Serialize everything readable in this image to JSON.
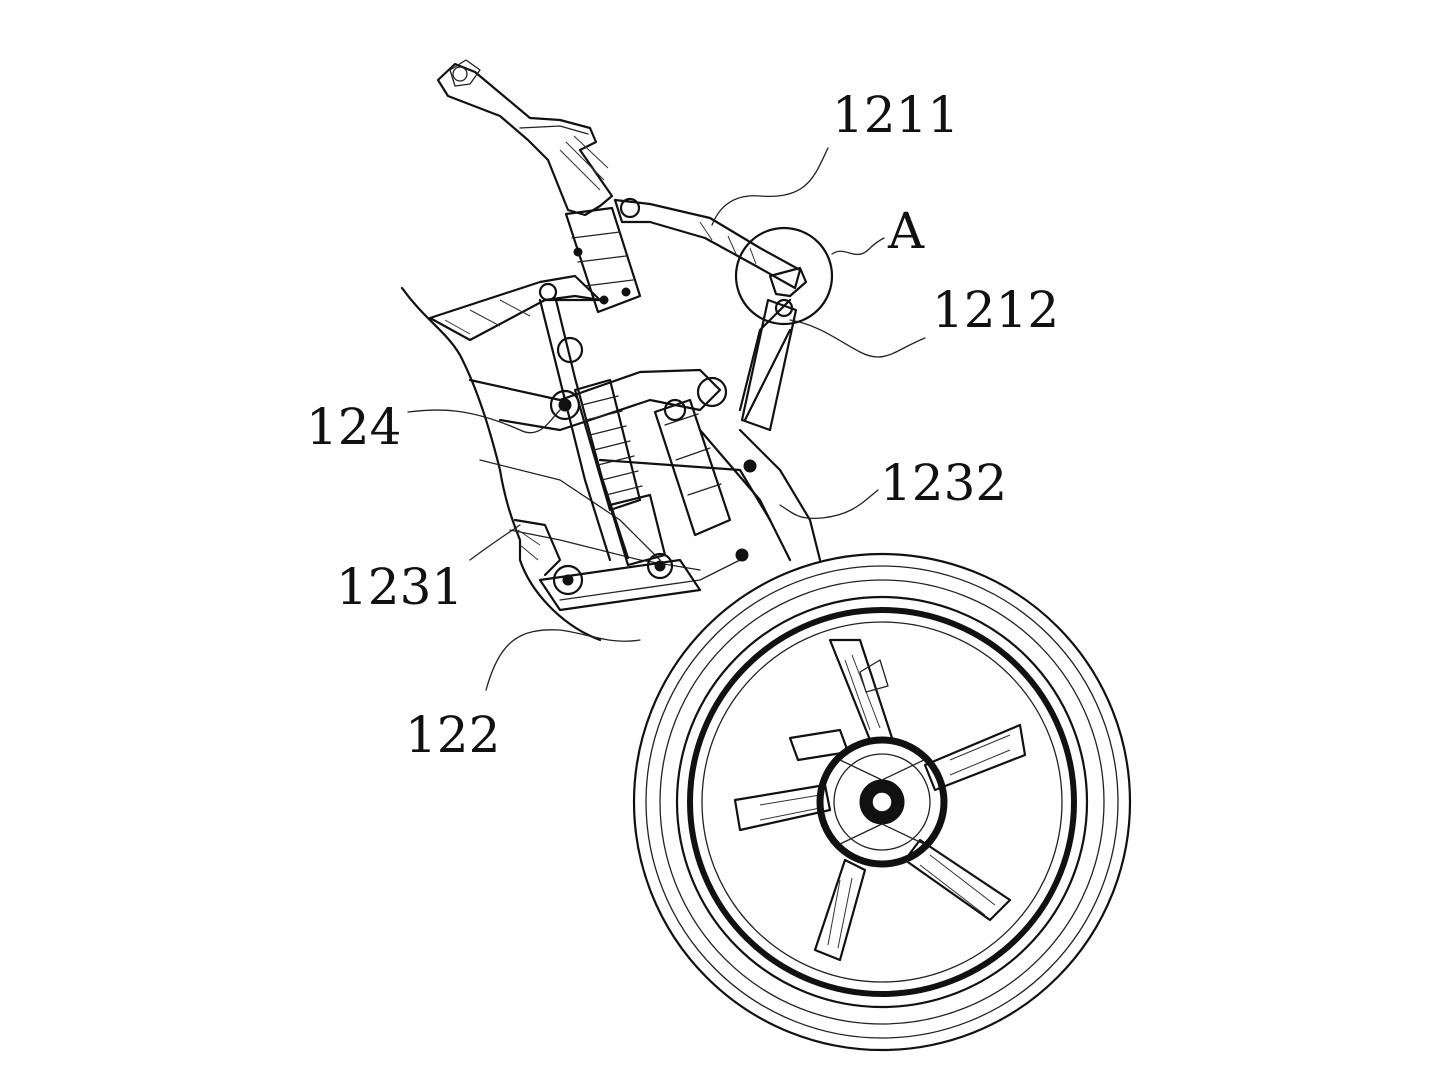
{
  "labels": {
    "l1211": "1211",
    "lA": "A",
    "l1212": "1212",
    "l124": "124",
    "l1232": "1232",
    "l1231": "1231",
    "l122": "122"
  }
}
